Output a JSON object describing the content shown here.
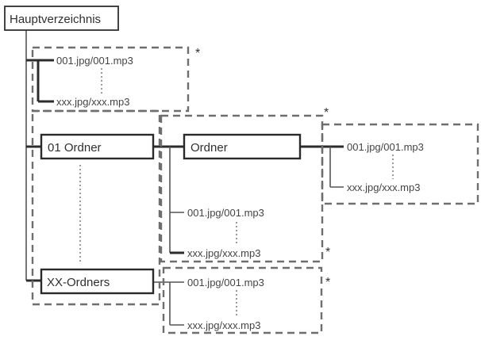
{
  "root": {
    "label": "Hauptverzeichnis"
  },
  "folders": [
    {
      "label": "01 Ordner"
    },
    {
      "label": "Ordner"
    },
    {
      "label": "XX-Ordners"
    }
  ],
  "groups": {
    "root_files": {
      "first": "001.jpg/001.mp3",
      "last": "xxx.jpg/xxx.mp3"
    },
    "subfolder_files": {
      "first": "001.jpg/001.mp3",
      "last": "xxx.jpg/xxx.mp3"
    },
    "folder01_files": {
      "first": "001.jpg/001.mp3",
      "last": "xxx.jpg/xxx.mp3"
    },
    "xx_files": {
      "first": "001.jpg/001.mp3",
      "last": "xxx.jpg/xxx.mp3"
    }
  },
  "marker": "*"
}
